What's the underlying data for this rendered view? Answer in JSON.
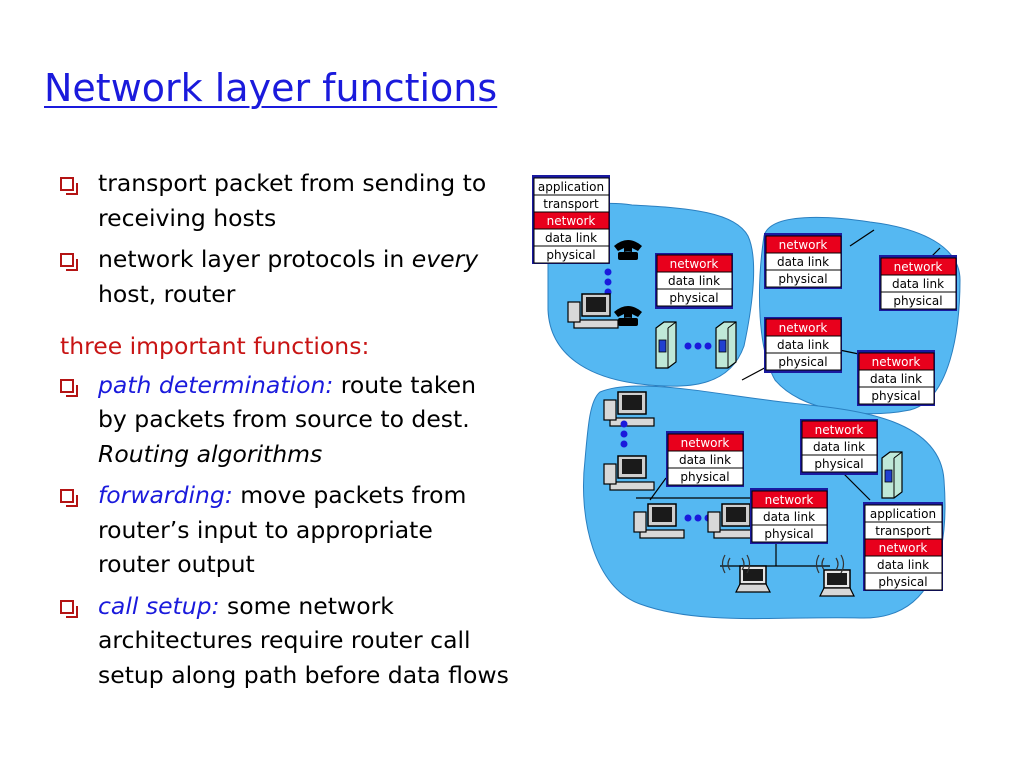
{
  "title": "Network layer functions",
  "bullets": [
    {
      "text": "transport packet from sending to receiving hosts"
    },
    {
      "pre": "network layer protocols in ",
      "em": "every",
      "post": " host, router"
    }
  ],
  "subheading": "three important functions:",
  "functions": [
    {
      "term": "path determination:",
      "text": " route taken by packets from source to dest. ",
      "em": "Routing algorithms"
    },
    {
      "term": "forwarding:",
      "text": " move packets from router’s input to appropriate router output"
    },
    {
      "term": "call setup:",
      "text": " some network architectures require router call setup along path before data flows"
    }
  ],
  "stack_labels": {
    "application": "application",
    "transport": "transport",
    "network": "network",
    "datalink": "data link",
    "physical": "physical"
  },
  "colors": {
    "title": "#1a1adc",
    "subheading": "#c81414",
    "bullet": "#b41414",
    "term": "#1a1adc",
    "cloud": "#55b8f2",
    "network_layer": "#e8001c"
  },
  "icons": [
    "telephone-icon",
    "desktop-computer-icon",
    "server-tower-icon",
    "laptop-icon",
    "wireless-signal-icon",
    "ellipsis-dots-icon"
  ]
}
